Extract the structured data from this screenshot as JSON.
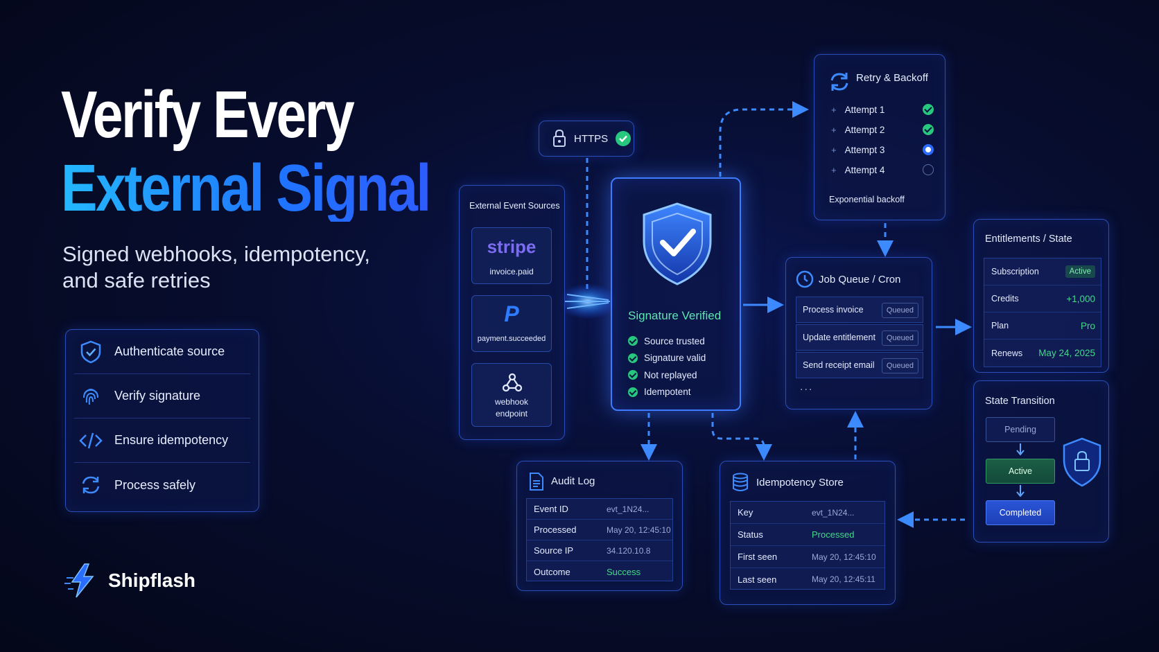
{
  "hero": {
    "title_line1": "Verify Every",
    "title_line2": "External Signal",
    "subtitle_line1": "Signed webhooks, idempotency,",
    "subtitle_line2": "and safe retries"
  },
  "features": [
    {
      "label": "Authenticate source",
      "icon": "shield-check-icon"
    },
    {
      "label": "Verify signature",
      "icon": "fingerprint-icon"
    },
    {
      "label": "Ensure idempotency",
      "icon": "code-icon"
    },
    {
      "label": "Process safely",
      "icon": "refresh-icon"
    }
  ],
  "brand": {
    "name": "Shipflash",
    "icon": "lightning-logo-icon"
  },
  "https": {
    "label": "HTTPS"
  },
  "sources": {
    "title": "External Event Sources",
    "items": [
      {
        "logo_text": "stripe",
        "event": "invoice.paid"
      },
      {
        "logo_text": "P",
        "event": "payment.succeeded"
      },
      {
        "logo_text": "",
        "event_line1": "webhook",
        "event_line2": "endpoint"
      }
    ]
  },
  "signature": {
    "title": "Signature Verified",
    "checks": [
      "Source trusted",
      "Signature valid",
      "Not replayed",
      "Idempotent"
    ]
  },
  "retry": {
    "title": "Retry & Backoff",
    "attempts": [
      {
        "label": "Attempt 1",
        "status": "done"
      },
      {
        "label": "Attempt 2",
        "status": "done"
      },
      {
        "label": "Attempt 3",
        "status": "current"
      },
      {
        "label": "Attempt 4",
        "status": "pending"
      }
    ],
    "footer": "Exponential backoff"
  },
  "queue": {
    "title": "Job Queue / Cron",
    "jobs": [
      {
        "name": "Process invoice",
        "status": "Queued"
      },
      {
        "name": "Update entitlement",
        "status": "Queued"
      },
      {
        "name": "Send receipt email",
        "status": "Queued"
      }
    ],
    "more": "..."
  },
  "entitlements": {
    "title": "Entitlements / State",
    "rows": [
      {
        "key": "Subscription",
        "value": "Active"
      },
      {
        "key": "Credits",
        "value": "+1,000"
      },
      {
        "key": "Plan",
        "value": "Pro"
      },
      {
        "key": "Renews",
        "value": "May 24, 2025"
      }
    ]
  },
  "transition": {
    "title": "State Transition",
    "states": [
      "Pending",
      "Active",
      "Completed"
    ]
  },
  "audit": {
    "title": "Audit Log",
    "rows": [
      {
        "key": "Event ID",
        "value": "evt_1N24..."
      },
      {
        "key": "Processed",
        "value": "May 20, 12:45:10"
      },
      {
        "key": "Source IP",
        "value": "34.120.10.8"
      },
      {
        "key": "Outcome",
        "value": "Success"
      }
    ]
  },
  "idempotency": {
    "title": "Idempotency Store",
    "rows": [
      {
        "key": "Key",
        "value": "evt_1N24..."
      },
      {
        "key": "Status",
        "value": "Processed"
      },
      {
        "key": "First seen",
        "value": "May 20, 12:45:10"
      },
      {
        "key": "Last seen",
        "value": "May 20, 12:45:11"
      }
    ]
  },
  "colors": {
    "accent": "#2a6cff",
    "success": "#27c77e",
    "panel_border": "#2b4fb8"
  }
}
